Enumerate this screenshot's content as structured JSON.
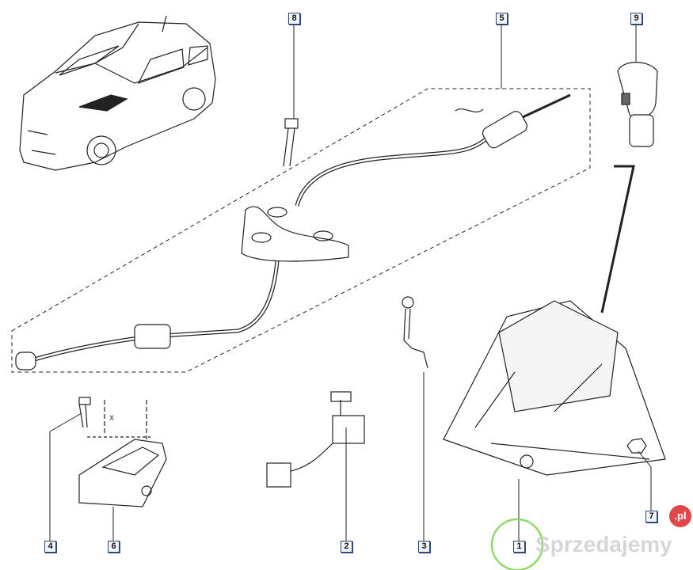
{
  "diagram": {
    "part_labels": [
      "8",
      "5",
      "9",
      "4",
      "6",
      "2",
      "3",
      "1",
      "7"
    ],
    "dimension_label": "X",
    "highlighted_part": "1"
  },
  "watermark": {
    "text": "Sprzedajemy",
    "badge": ".pl"
  },
  "colors": {
    "label_border": "#2c4a78",
    "highlight_circle": "#8fd86a",
    "badge": "#e04848"
  }
}
